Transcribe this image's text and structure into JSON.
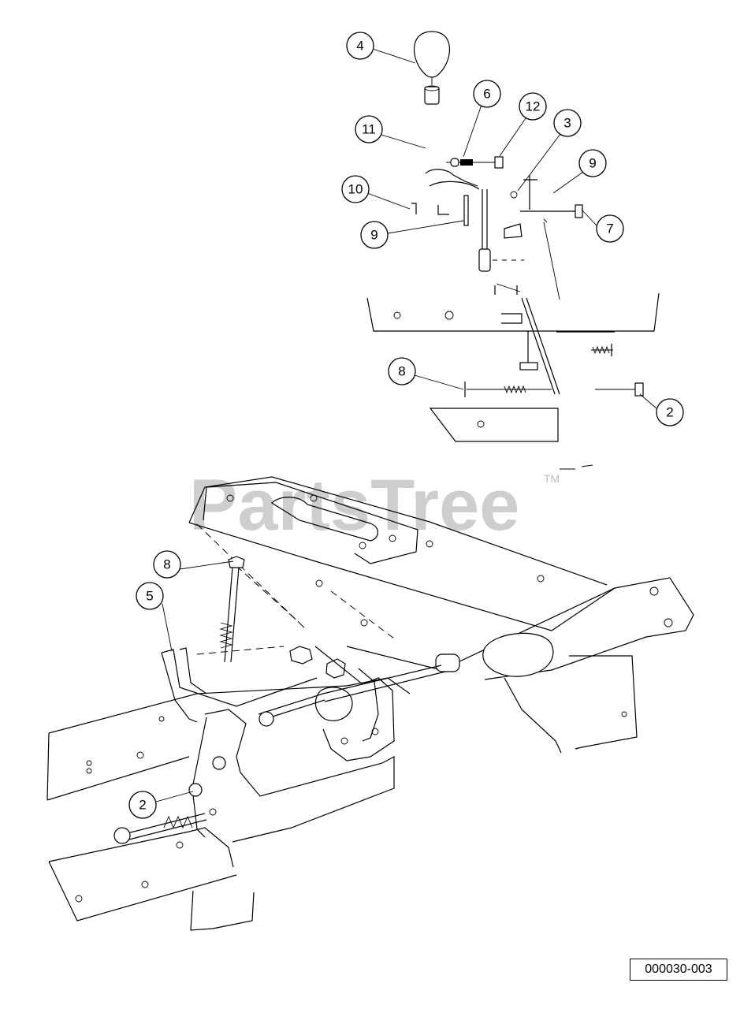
{
  "watermark": {
    "text": "PartsTree",
    "trademark": "TM"
  },
  "reference_code": "000030-003",
  "callouts": [
    "4",
    "6",
    "12",
    "11",
    "3",
    "9",
    "10",
    "7",
    "9",
    "8",
    "2",
    "8",
    "5",
    "2"
  ]
}
